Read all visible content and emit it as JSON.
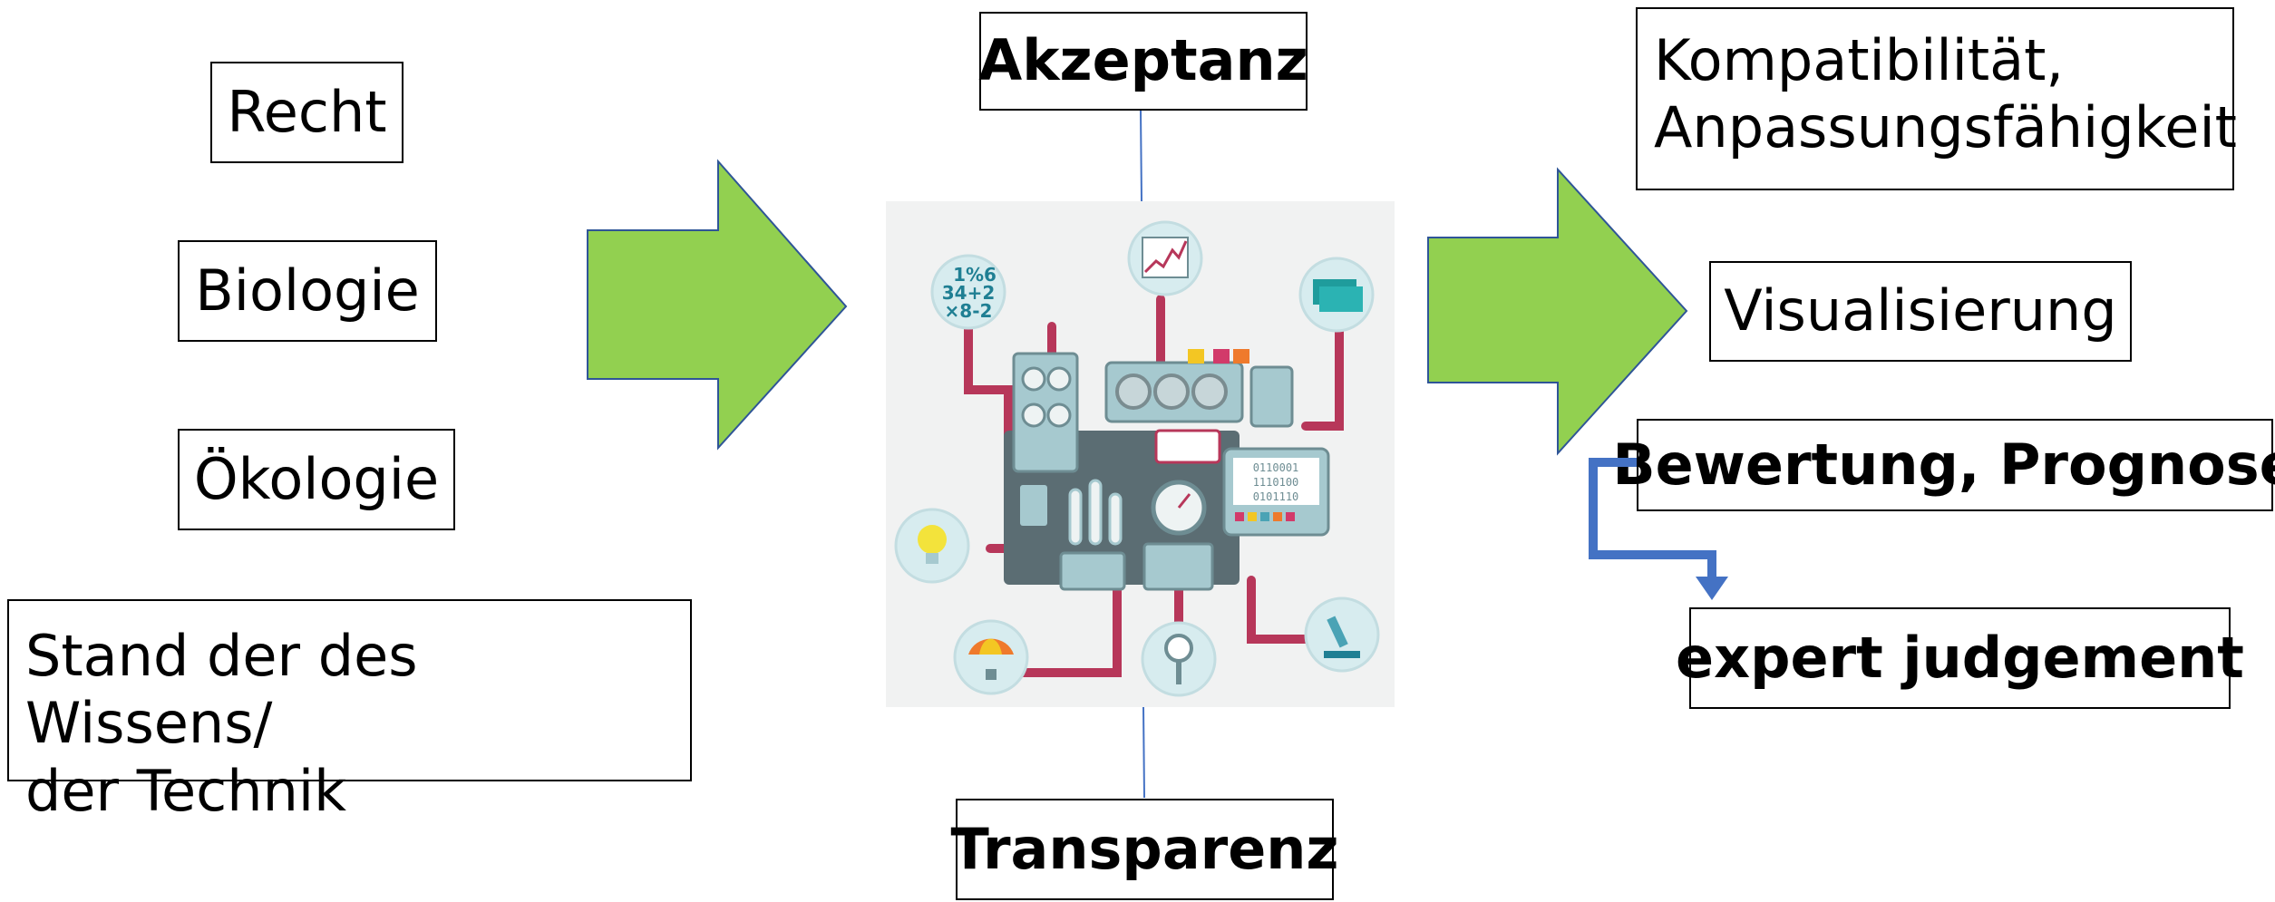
{
  "left_inputs": {
    "recht": "Recht",
    "biologie": "Biologie",
    "oekologie": "Ökologie",
    "stand_line1": "Stand der des Wissens/",
    "stand_line2": "der Technik"
  },
  "top_label": "Akzeptanz",
  "bottom_label": "Transparenz",
  "right_outputs": {
    "kompat_line1": "Kompatibilität,",
    "kompat_line2": "Anpassungsfähigkeit",
    "visualisierung": "Visualisierung",
    "bewertung": "Bewertung, Prognose",
    "expert": "expert judgement"
  },
  "machine_screen": {
    "formula_line1": "1%6",
    "formula_line2": "34+2",
    "formula_line3": "×8-2",
    "binary_line1": "0110001",
    "binary_line2": "1110100",
    "binary_line3": "0101110"
  },
  "colors": {
    "arrow_fill": "#92d050",
    "arrow_stroke": "#2f5597",
    "connector": "#4472c4",
    "machine_pipe": "#b7375a",
    "machine_panel": "#7fa4ad"
  },
  "icons": [
    "calculator-bubble-icon",
    "chart-bubble-icon",
    "money-bubble-icon",
    "lightbulb-bubble-icon",
    "parachute-bubble-icon",
    "magnifier-bubble-icon",
    "microscope-bubble-icon",
    "gears-icon"
  ]
}
